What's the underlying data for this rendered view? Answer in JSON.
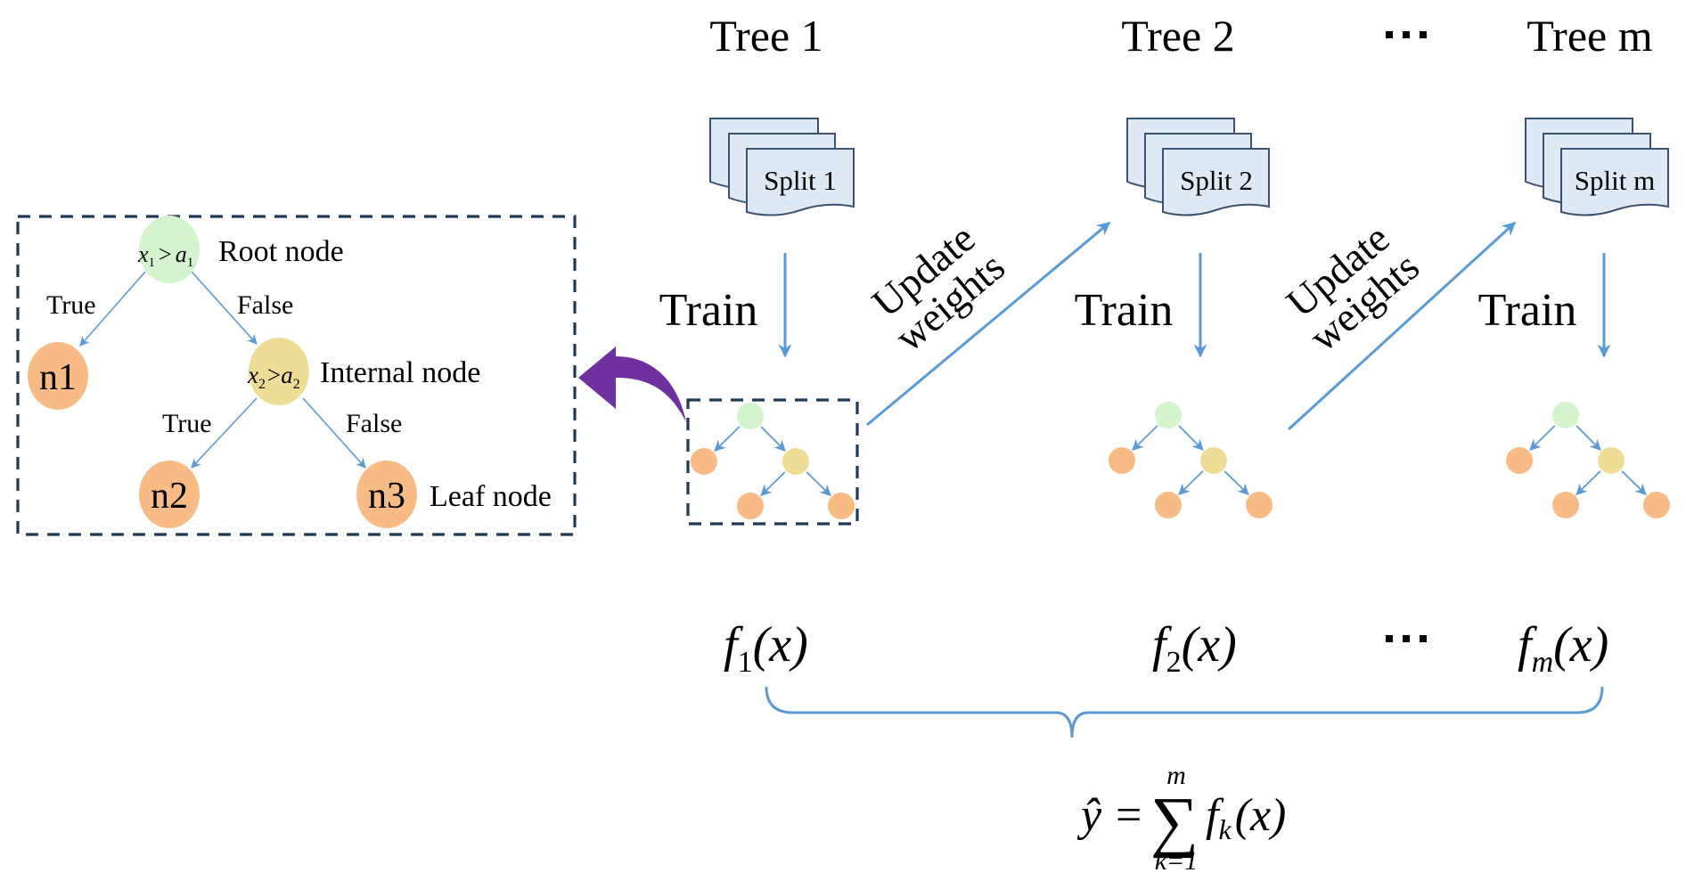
{
  "colors": {
    "root_node": "#d3f4cc",
    "internal_node": "#eedd96",
    "leaf_node": "#f8bb85",
    "edge": "#5b9bd5",
    "document_fill": "#dee9f5",
    "document_border": "#3b5372",
    "dashed_box": "#1f3a56",
    "zoom_arrow": "#7030a0"
  },
  "detail_tree": {
    "root": {
      "condition_var": "x",
      "condition_var_sub": "1",
      "operator": ">",
      "condition_thr": "a",
      "condition_thr_sub": "1",
      "label": "Root node"
    },
    "internal": {
      "condition_var": "x",
      "condition_var_sub": "2",
      "operator": ">",
      "condition_thr": "a",
      "condition_thr_sub": "2",
      "label": "Internal node"
    },
    "leaves": [
      "n1",
      "n2",
      "n3"
    ],
    "leaf_label": "Leaf node",
    "edges": {
      "root_true": "True",
      "root_false": "False",
      "internal_true": "True",
      "internal_false": "False"
    }
  },
  "trees": [
    {
      "title": "Tree 1",
      "split_label": "Split 1",
      "train_label": "Train",
      "func_name": "f",
      "func_sub": "1",
      "func_arg": "(x)"
    },
    {
      "title": "Tree 2",
      "split_label": "Split 2",
      "train_label": "Train",
      "func_name": "f",
      "func_sub": "2",
      "func_arg": "(x)"
    },
    {
      "title": "Tree m",
      "split_label": "Split m",
      "train_label": "Train",
      "func_name": "f",
      "func_sub": "m",
      "func_arg": "(x)"
    }
  ],
  "ellipsis": "⋯",
  "update_weights": {
    "line1": "Update",
    "line2": "weights"
  },
  "formula": {
    "lhs": "ŷ",
    "equals": "=",
    "sum_symbol": "∑",
    "upper": "m",
    "lower": "k=1",
    "term_name": "f",
    "term_sub": "k",
    "term_arg": "(x)"
  }
}
